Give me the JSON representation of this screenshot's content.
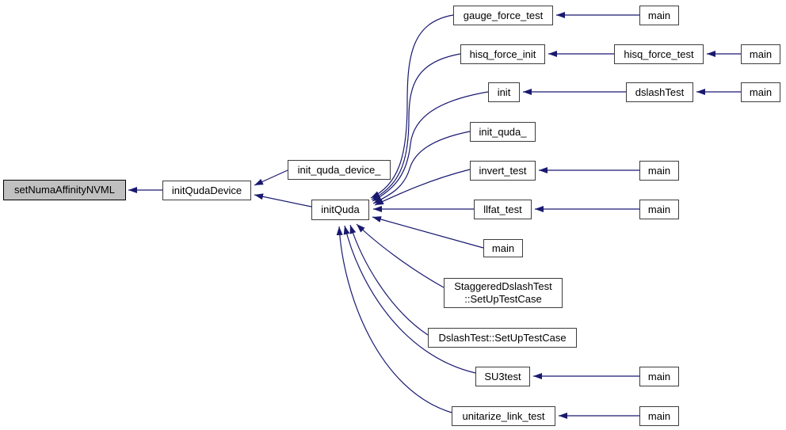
{
  "diagram": {
    "type": "call-graph",
    "direction": "callers-point-left",
    "colors": {
      "edge": "#191970",
      "node_border": "#3d3d3d",
      "node_fill": "#ffffff",
      "highlight_fill": "#c0c0c0",
      "text": "#000000"
    }
  },
  "nodes": [
    {
      "id": "setNumaAffinityNVML",
      "label": "setNumaAffinityNVML",
      "highlighted": true
    },
    {
      "id": "initQudaDevice",
      "label": "initQudaDevice",
      "highlighted": false
    },
    {
      "id": "init_quda_device_",
      "label": "init_quda_device_",
      "highlighted": false
    },
    {
      "id": "initQuda",
      "label": "initQuda",
      "highlighted": false
    },
    {
      "id": "gauge_force_test",
      "label": "gauge_force_test",
      "highlighted": false
    },
    {
      "id": "main_1",
      "label": "main",
      "highlighted": false
    },
    {
      "id": "hisq_force_init",
      "label": "hisq_force_init",
      "highlighted": false
    },
    {
      "id": "hisq_force_test",
      "label": "hisq_force_test",
      "highlighted": false
    },
    {
      "id": "main_2",
      "label": "main",
      "highlighted": false
    },
    {
      "id": "init",
      "label": "init",
      "highlighted": false
    },
    {
      "id": "dslashTest",
      "label": "dslashTest",
      "highlighted": false
    },
    {
      "id": "main_3",
      "label": "main",
      "highlighted": false
    },
    {
      "id": "init_quda_",
      "label": "init_quda_",
      "highlighted": false
    },
    {
      "id": "invert_test",
      "label": "invert_test",
      "highlighted": false
    },
    {
      "id": "main_4",
      "label": "main",
      "highlighted": false
    },
    {
      "id": "llfat_test",
      "label": "llfat_test",
      "highlighted": false
    },
    {
      "id": "main_5",
      "label": "main",
      "highlighted": false
    },
    {
      "id": "main_6",
      "label": "main",
      "highlighted": false
    },
    {
      "id": "StaggeredDslashTest_SetUpTestCase",
      "label": "StaggeredDslashTest\n::SetUpTestCase",
      "highlighted": false
    },
    {
      "id": "DslashTest_SetUpTestCase",
      "label": "DslashTest::SetUpTestCase",
      "highlighted": false
    },
    {
      "id": "SU3test",
      "label": "SU3test",
      "highlighted": false
    },
    {
      "id": "main_7",
      "label": "main",
      "highlighted": false
    },
    {
      "id": "unitarize_link_test",
      "label": "unitarize_link_test",
      "highlighted": false
    },
    {
      "id": "main_8",
      "label": "main",
      "highlighted": false
    }
  ],
  "edges": [
    {
      "from": "initQudaDevice",
      "to": "setNumaAffinityNVML"
    },
    {
      "from": "init_quda_device_",
      "to": "initQudaDevice"
    },
    {
      "from": "initQuda",
      "to": "initQudaDevice"
    },
    {
      "from": "gauge_force_test",
      "to": "initQuda"
    },
    {
      "from": "hisq_force_init",
      "to": "initQuda"
    },
    {
      "from": "init",
      "to": "initQuda"
    },
    {
      "from": "init_quda_",
      "to": "initQuda"
    },
    {
      "from": "invert_test",
      "to": "initQuda"
    },
    {
      "from": "llfat_test",
      "to": "initQuda"
    },
    {
      "from": "main_6",
      "to": "initQuda"
    },
    {
      "from": "StaggeredDslashTest_SetUpTestCase",
      "to": "initQuda"
    },
    {
      "from": "DslashTest_SetUpTestCase",
      "to": "initQuda"
    },
    {
      "from": "SU3test",
      "to": "initQuda"
    },
    {
      "from": "unitarize_link_test",
      "to": "initQuda"
    },
    {
      "from": "main_1",
      "to": "gauge_force_test"
    },
    {
      "from": "hisq_force_test",
      "to": "hisq_force_init"
    },
    {
      "from": "main_2",
      "to": "hisq_force_test"
    },
    {
      "from": "dslashTest",
      "to": "init"
    },
    {
      "from": "main_3",
      "to": "dslashTest"
    },
    {
      "from": "main_4",
      "to": "invert_test"
    },
    {
      "from": "main_5",
      "to": "llfat_test"
    },
    {
      "from": "main_7",
      "to": "SU3test"
    },
    {
      "from": "main_8",
      "to": "unitarize_link_test"
    }
  ]
}
